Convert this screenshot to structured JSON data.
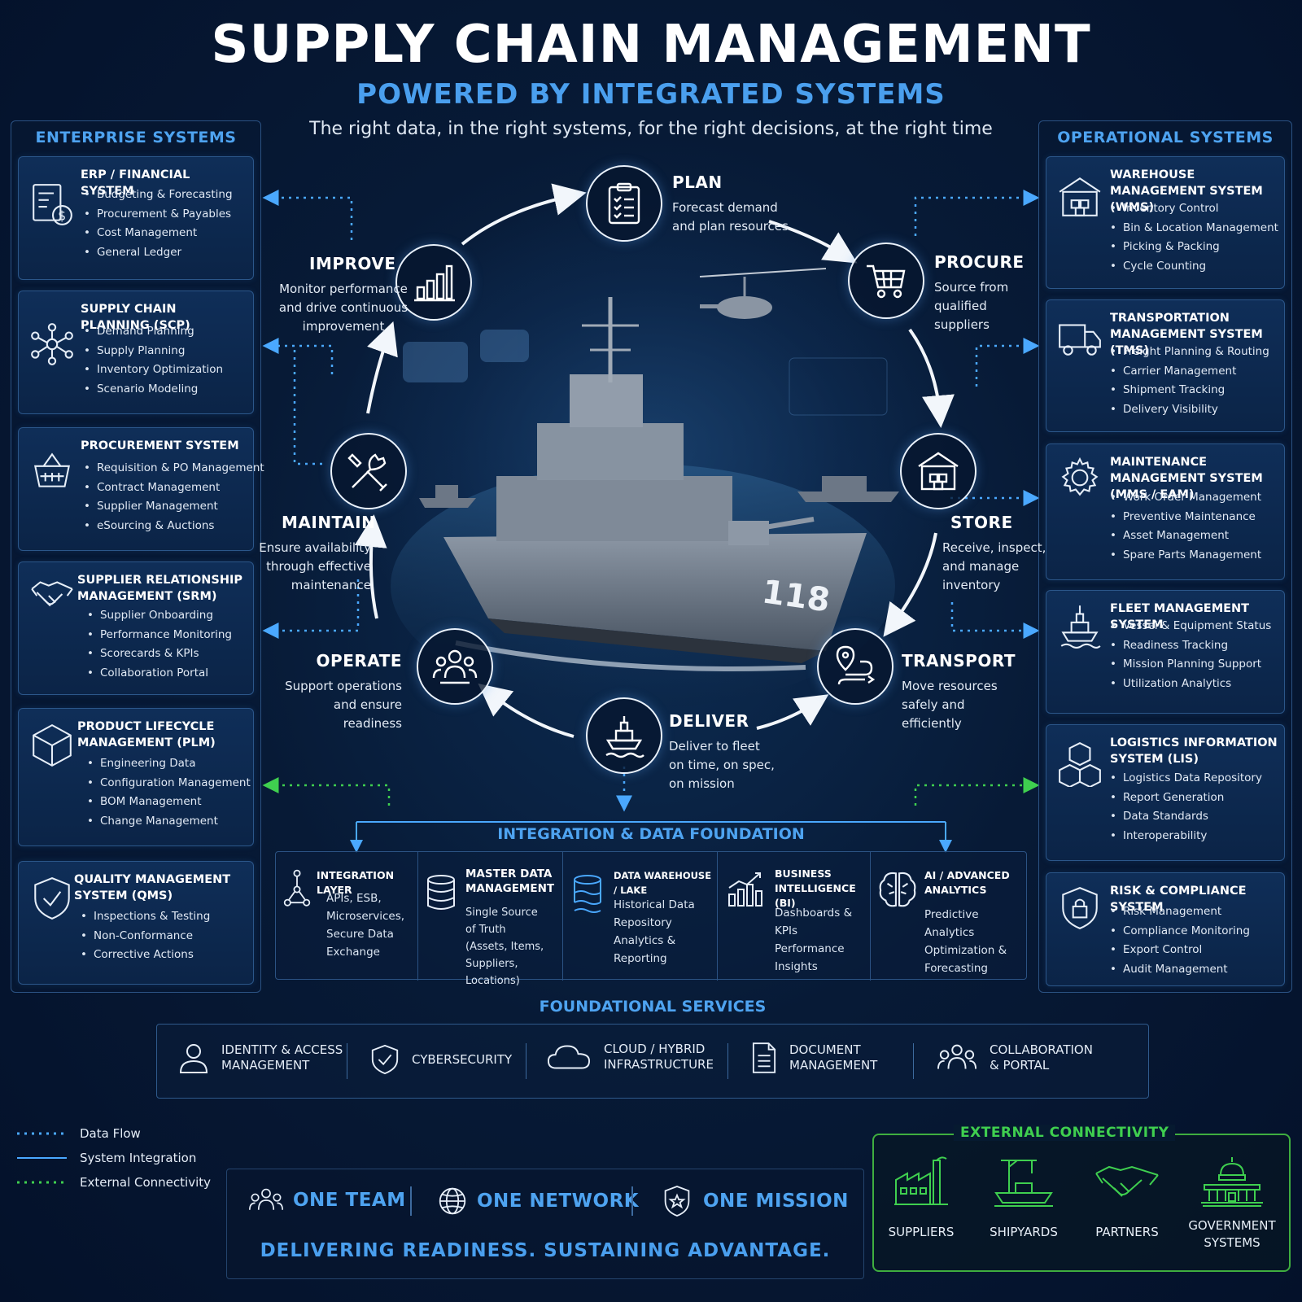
{
  "header": {
    "title": "SUPPLY CHAIN MANAGEMENT",
    "subtitle": "POWERED BY INTEGRATED SYSTEMS",
    "tagline": "The right data, in the right systems, for the right decisions, at the right time"
  },
  "enterprise": {
    "heading": "ENTERPRISE SYSTEMS",
    "cards": [
      {
        "title": "ERP / FINANCIAL SYSTEM",
        "icon": "finance-document-icon",
        "items": [
          "Budgeting & Forecasting",
          "Procurement & Payables",
          "Cost Management",
          "General Ledger"
        ]
      },
      {
        "title": "SUPPLY CHAIN PLANNING (SCP)",
        "icon": "network-nodes-icon",
        "items": [
          "Demand Planning",
          "Supply Planning",
          "Inventory Optimization",
          "Scenario Modeling"
        ]
      },
      {
        "title": "PROCUREMENT SYSTEM",
        "icon": "basket-icon",
        "items": [
          "Requisition & PO Management",
          "Contract Management",
          "Supplier Management",
          "eSourcing & Auctions"
        ]
      },
      {
        "title": "SUPPLIER RELATIONSHIP MANAGEMENT (SRM)",
        "icon": "handshake-icon",
        "items": [
          "Supplier Onboarding",
          "Performance Monitoring",
          "Scorecards & KPIs",
          "Collaboration Portal"
        ]
      },
      {
        "title": "PRODUCT LIFECYCLE MANAGEMENT (PLM)",
        "icon": "cube-icon",
        "items": [
          "Engineering Data",
          "Configuration Management",
          "BOM Management",
          "Change Management"
        ]
      },
      {
        "title": "QUALITY MANAGEMENT SYSTEM (QMS)",
        "icon": "shield-check-icon",
        "items": [
          "Inspections & Testing",
          "Non-Conformance",
          "Corrective Actions"
        ]
      }
    ]
  },
  "operational": {
    "heading": "OPERATIONAL SYSTEMS",
    "cards": [
      {
        "title": "WAREHOUSE MANAGEMENT SYSTEM (WMS)",
        "icon": "warehouse-icon",
        "items": [
          "Inventory Control",
          "Bin & Location Management",
          "Picking & Packing",
          "Cycle Counting"
        ]
      },
      {
        "title": "TRANSPORTATION MANAGEMENT SYSTEM (TMS)",
        "icon": "truck-icon",
        "items": [
          "Freight Planning & Routing",
          "Carrier Management",
          "Shipment Tracking",
          "Delivery Visibility"
        ]
      },
      {
        "title": "MAINTENANCE MANAGEMENT SYSTEM (MMS / EAM)",
        "icon": "gear-icon",
        "items": [
          "Work Order Management",
          "Preventive Maintenance",
          "Asset Management",
          "Spare Parts Management"
        ]
      },
      {
        "title": "FLEET MANAGEMENT SYSTEM",
        "icon": "ship-icon",
        "items": [
          "Vessel & Equipment Status",
          "Readiness Tracking",
          "Mission Planning Support",
          "Utilization Analytics"
        ]
      },
      {
        "title": "LOGISTICS INFORMATION SYSTEM (LIS)",
        "icon": "boxes-icon",
        "items": [
          "Logistics Data Repository",
          "Report Generation",
          "Data Standards",
          "Interoperability"
        ]
      },
      {
        "title": "RISK & COMPLIANCE SYSTEM",
        "icon": "lock-shield-icon",
        "items": [
          "Risk Management",
          "Compliance Monitoring",
          "Export Control",
          "Audit Management"
        ]
      }
    ]
  },
  "cycle": {
    "plan": {
      "name": "PLAN",
      "desc": [
        "Forecast demand",
        "and plan resources"
      ],
      "icon": "clipboard-checklist-icon"
    },
    "procure": {
      "name": "PROCURE",
      "desc": [
        "Source from",
        "qualified",
        "suppliers"
      ],
      "icon": "cart-icon"
    },
    "store": {
      "name": "STORE",
      "desc": [
        "Receive, inspect,",
        "and manage",
        "inventory"
      ],
      "icon": "warehouse-icon"
    },
    "transport": {
      "name": "TRANSPORT",
      "desc": [
        "Move resources",
        "safely and",
        "efficiently"
      ],
      "icon": "route-icon"
    },
    "deliver": {
      "name": "DELIVER",
      "desc": [
        "Deliver to fleet",
        "on time, on spec,",
        "on mission"
      ],
      "icon": "ship-icon"
    },
    "operate": {
      "name": "OPERATE",
      "desc": [
        "Support operations",
        "and ensure",
        "readiness"
      ],
      "icon": "team-icon"
    },
    "maintain": {
      "name": "MAINTAIN",
      "desc": [
        "Ensure availability",
        "through effective",
        "maintenance"
      ],
      "icon": "tools-icon"
    },
    "improve": {
      "name": "IMPROVE",
      "desc": [
        "Monitor performance",
        "and drive continuous",
        "improvement"
      ],
      "icon": "bar-chart-icon"
    },
    "hull_number": "118"
  },
  "foundation": {
    "heading": "INTEGRATION & DATA FOUNDATION",
    "cells": [
      {
        "title": [
          "INTEGRATION LAYER"
        ],
        "desc": [
          "APIs, ESB,",
          "Microservices,",
          "Secure Data",
          "Exchange"
        ],
        "icon": "integration-nodes-icon"
      },
      {
        "title": [
          "MASTER DATA",
          "MANAGEMENT"
        ],
        "desc": [
          "Single Source",
          "of Truth",
          "(Assets, Items,",
          "Suppliers, Locations)"
        ],
        "icon": "database-icon"
      },
      {
        "title": [
          "DATA WAREHOUSE / LAKE"
        ],
        "desc": [
          "Historical Data",
          "Repository",
          "Analytics &",
          "Reporting"
        ],
        "icon": "data-lake-icon"
      },
      {
        "title": [
          "BUSINESS",
          "INTELLIGENCE (BI)"
        ],
        "desc": [
          "Dashboards & KPIs",
          "Performance",
          "Insights"
        ],
        "icon": "bi-chart-icon"
      },
      {
        "title": [
          "AI / ADVANCED",
          "ANALYTICS"
        ],
        "desc": [
          "Predictive Analytics",
          "Optimization &",
          "Forecasting"
        ],
        "icon": "brain-icon"
      }
    ]
  },
  "services": {
    "heading": "FOUNDATIONAL SERVICES",
    "items": [
      {
        "label": [
          "IDENTITY & ACCESS",
          "MANAGEMENT"
        ],
        "icon": "user-icon"
      },
      {
        "label": [
          "CYBERSECURITY"
        ],
        "icon": "shield-check-icon"
      },
      {
        "label": [
          "CLOUD / HYBRID",
          "INFRASTRUCTURE"
        ],
        "icon": "cloud-icon"
      },
      {
        "label": [
          "DOCUMENT",
          "MANAGEMENT"
        ],
        "icon": "document-icon"
      },
      {
        "label": [
          "COLLABORATION",
          "& PORTAL"
        ],
        "icon": "group-icon"
      }
    ]
  },
  "legend": {
    "items": [
      {
        "label": "Data Flow",
        "color": "#4aa8ff",
        "style": "dotted"
      },
      {
        "label": "System Integration",
        "color": "#4aa8ff",
        "style": "solid"
      },
      {
        "label": "External Connectivity",
        "color": "#3fcf4f",
        "style": "dotted"
      }
    ]
  },
  "motto": {
    "items": [
      {
        "label": "ONE TEAM",
        "icon": "team-icon"
      },
      {
        "label": "ONE NETWORK",
        "icon": "globe-icon"
      },
      {
        "label": "ONE MISSION",
        "icon": "shield-star-icon"
      }
    ],
    "slogan": "DELIVERING READINESS. SUSTAINING ADVANTAGE."
  },
  "external": {
    "heading": "EXTERNAL CONNECTIVITY",
    "items": [
      {
        "label": [
          "SUPPLIERS"
        ],
        "icon": "factory-icon"
      },
      {
        "label": [
          "SHIPYARDS"
        ],
        "icon": "shipyard-icon"
      },
      {
        "label": [
          "PARTNERS"
        ],
        "icon": "handshake-icon"
      },
      {
        "label": [
          "GOVERNMENT",
          "SYSTEMS"
        ],
        "icon": "capitol-icon"
      }
    ]
  },
  "colors": {
    "background": "#071a36",
    "accent_blue": "#4a9fee",
    "external_green": "#3fae3f",
    "text": "#ffffff"
  }
}
